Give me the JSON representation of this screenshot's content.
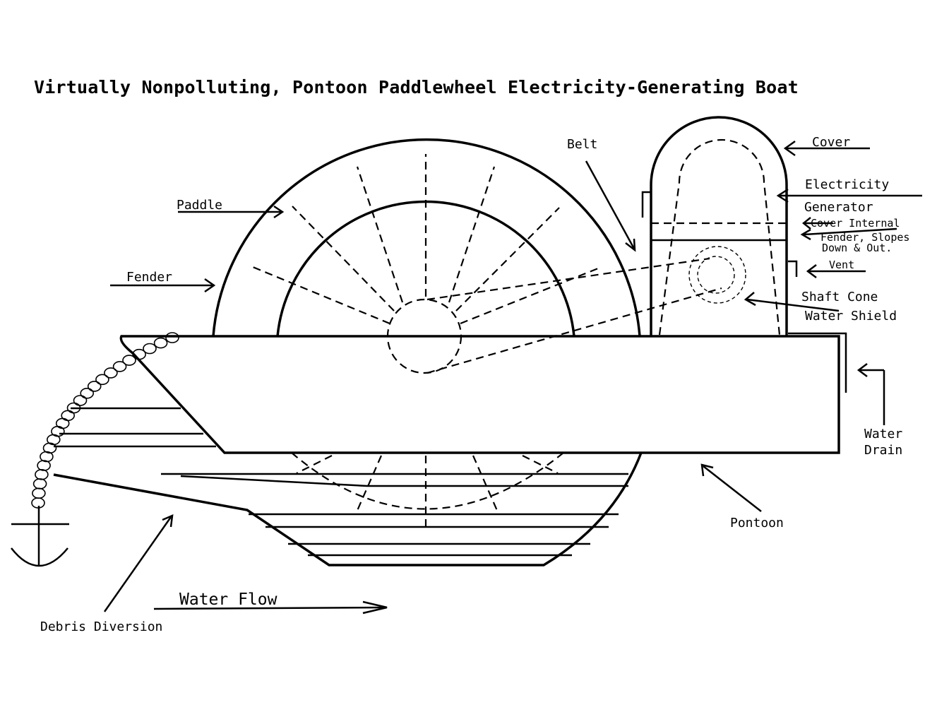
{
  "title": "Virtually Nonpolluting, Pontoon Paddlewheel Electricity-Generating Boat",
  "labels": {
    "belt": "Belt",
    "cover": "Cover",
    "electricity": "Electricity",
    "generator": "Generator",
    "cover_internal": "Cover Internal",
    "fender_slopes": "Fender, Slopes",
    "down_out": "Down & Out.",
    "vent": "Vent",
    "shaft_cone": "Shaft Cone",
    "water_shield": "Water Shield",
    "paddle": "Paddle",
    "fender": "Fender",
    "water": "Water",
    "drain": "Drain",
    "pontoon": "Pontoon",
    "water_flow": "Water  Flow",
    "debris_diversion": "Debris Diversion"
  }
}
